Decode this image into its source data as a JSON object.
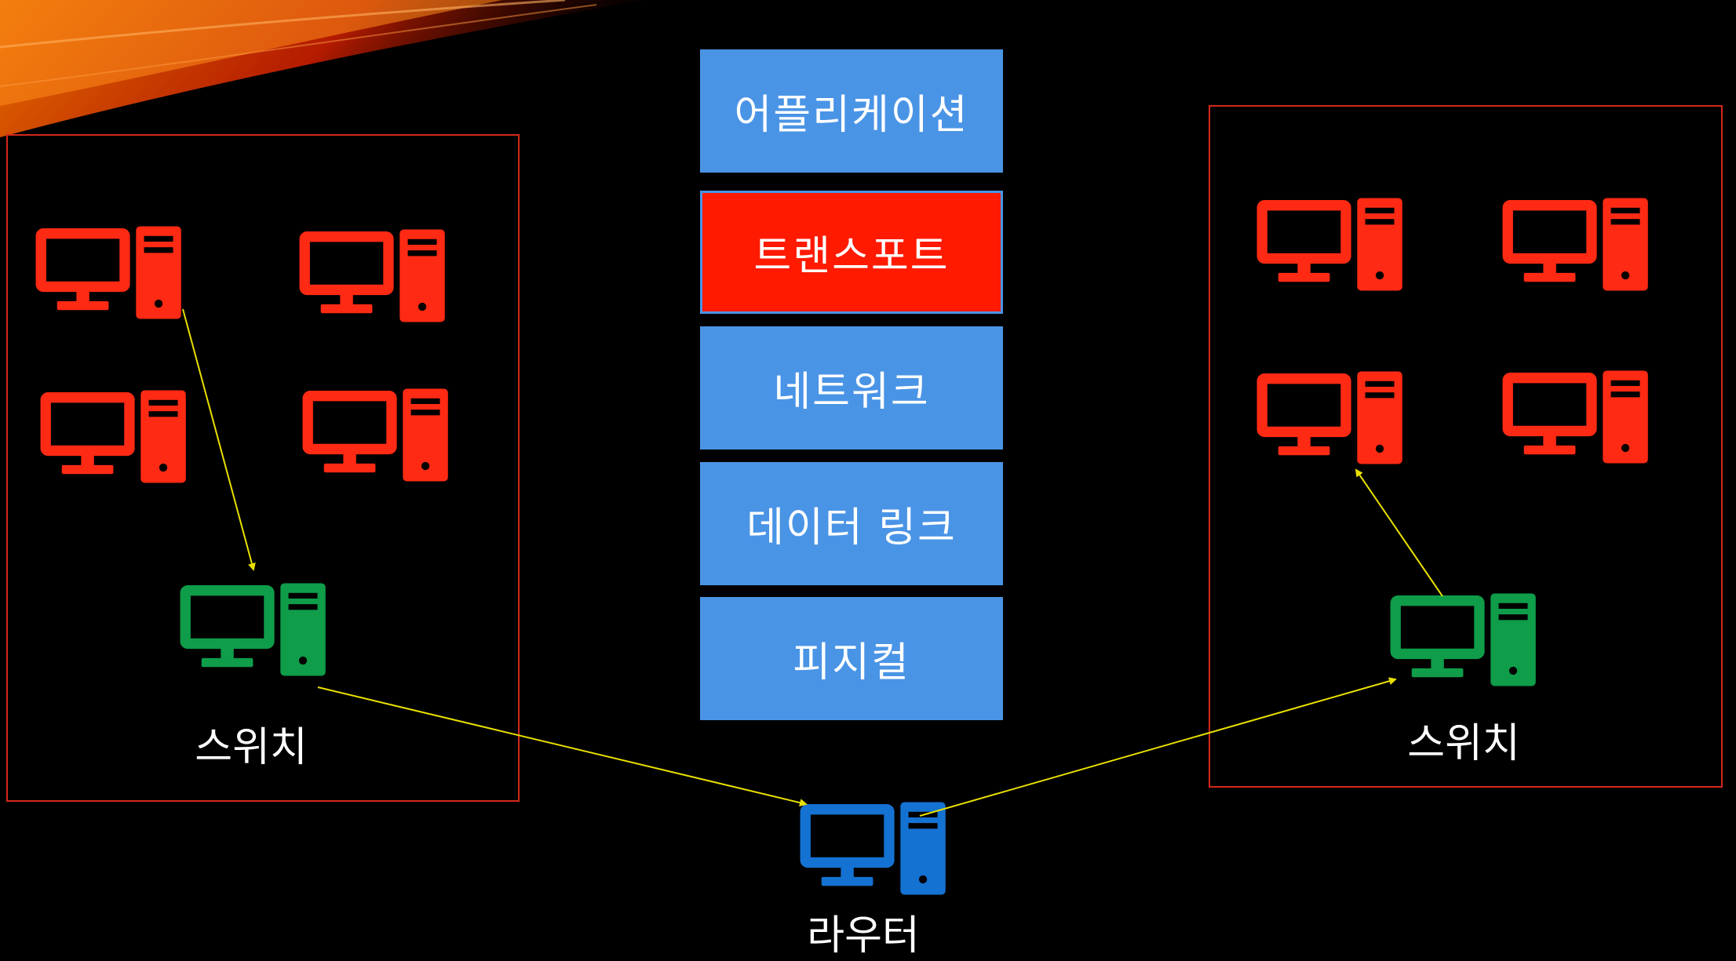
{
  "colors": {
    "background": "#000000",
    "frame": "#d4281c",
    "layer_default": "#4a94e6",
    "layer_highlight": "#ff1a00",
    "host": "#ff2a14",
    "switch": "#0f9d4a",
    "router": "#1472d2",
    "link": "#e8e000"
  },
  "layers": [
    {
      "label": "어플리케이션",
      "highlight": false
    },
    {
      "label": "트랜스포트",
      "highlight": true
    },
    {
      "label": "네트워크",
      "highlight": false
    },
    {
      "label": "데이터 링크",
      "highlight": false
    },
    {
      "label": "피지컬",
      "highlight": false
    }
  ],
  "devices": {
    "switch_left": {
      "label": "스위치",
      "icon": "computer-icon"
    },
    "switch_right": {
      "label": "스위치",
      "icon": "computer-icon"
    },
    "router": {
      "label": "라우터",
      "icon": "computer-icon"
    },
    "host_icon": "computer-icon"
  }
}
